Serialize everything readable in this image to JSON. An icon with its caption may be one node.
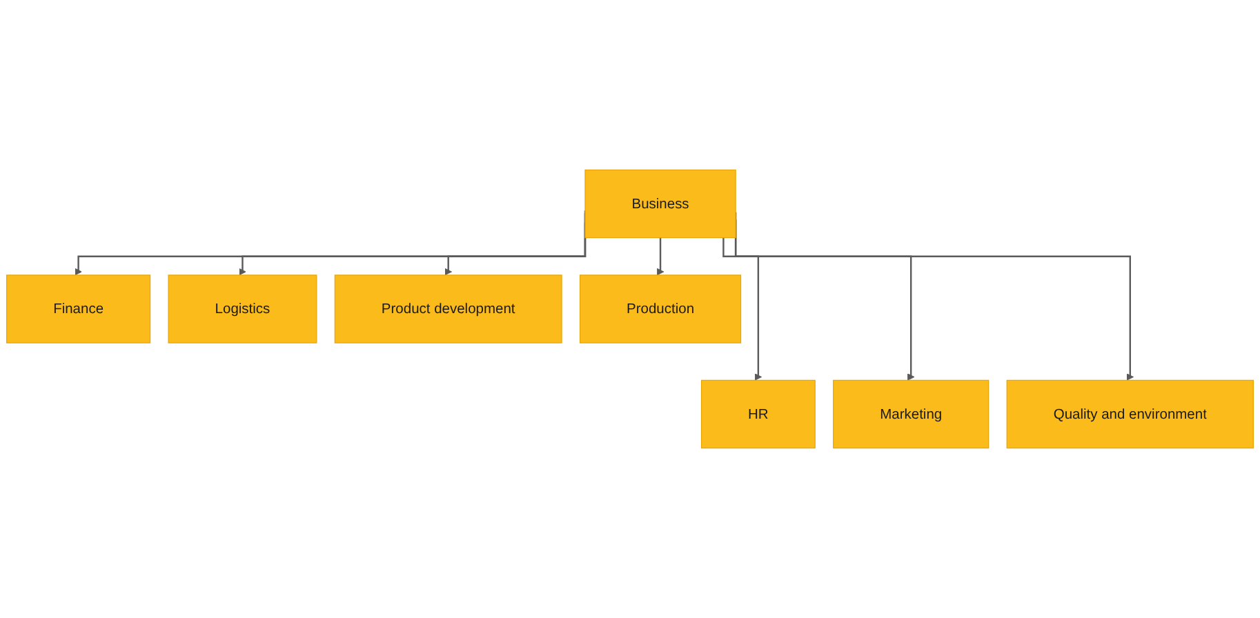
{
  "diagram": {
    "nodes": [
      {
        "text": [
          "Business"
        ]
      },
      {
        "text": [
          "Finance"
        ]
      },
      {
        "text": [
          "HR"
        ]
      },
      {
        "text": [
          "Logistics"
        ]
      },
      {
        "text": [
          "Marketing"
        ]
      },
      {
        "text": [
          "Product development"
        ]
      },
      {
        "text": [
          "Quality and environment"
        ]
      },
      {
        "text": [
          "Production"
        ]
      }
    ],
    "edges": [
      {
        "from": 0,
        "to": 1,
        "arrow": "to"
      },
      {
        "from": 0,
        "to": 2,
        "arrow": "to"
      },
      {
        "from": 0,
        "to": 3,
        "arrow": "to"
      },
      {
        "from": 0,
        "to": 4,
        "arrow": "to"
      },
      {
        "from": 0,
        "to": 5,
        "arrow": "to"
      },
      {
        "from": 0,
        "to": 6,
        "arrow": "to"
      },
      {
        "from": 0,
        "to": 7,
        "arrow": "to"
      }
    ]
  }
}
